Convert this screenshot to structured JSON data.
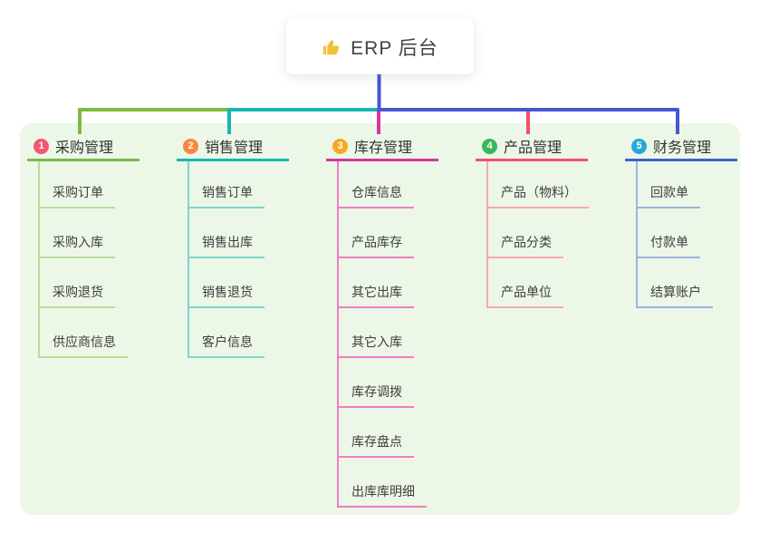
{
  "root": {
    "title": "ERP 后台",
    "icon": "thumbs-up-icon",
    "icon_color": "#f2c13a"
  },
  "canvas": {
    "panel_color": "#ecf7e8",
    "root_connector_color": "#4557d2"
  },
  "branches": [
    {
      "badge": "1",
      "label": "采购管理",
      "badge_color": "#f25670",
      "accent_color": "#7cba45",
      "light_color": "#b9dc9a",
      "children": [
        "采购订单",
        "采购入库",
        "采购退货",
        "供应商信息"
      ]
    },
    {
      "badge": "2",
      "label": "销售管理",
      "badge_color": "#f8883b",
      "accent_color": "#14b8b1",
      "light_color": "#7fd4d0",
      "children": [
        "销售订单",
        "销售出库",
        "销售退货",
        "客户信息"
      ]
    },
    {
      "badge": "3",
      "label": "库存管理",
      "badge_color": "#f7a823",
      "accent_color": "#d6369f",
      "light_color": "#ee7fc4",
      "children": [
        "仓库信息",
        "产品库存",
        "其它出库",
        "其它入库",
        "库存调拨",
        "库存盘点",
        "出库库明细"
      ]
    },
    {
      "badge": "4",
      "label": "产品管理",
      "badge_color": "#3cb757",
      "accent_color": "#f2506a",
      "light_color": "#f7a8ae",
      "children": [
        "产品（物料）",
        "产品分类",
        "产品单位"
      ]
    },
    {
      "badge": "5",
      "label": "财务管理",
      "badge_color": "#29a6dc",
      "accent_color": "#3e63cf",
      "light_color": "#9eb3e0",
      "children": [
        "回款单",
        "付款单",
        "结算账户"
      ]
    }
  ]
}
